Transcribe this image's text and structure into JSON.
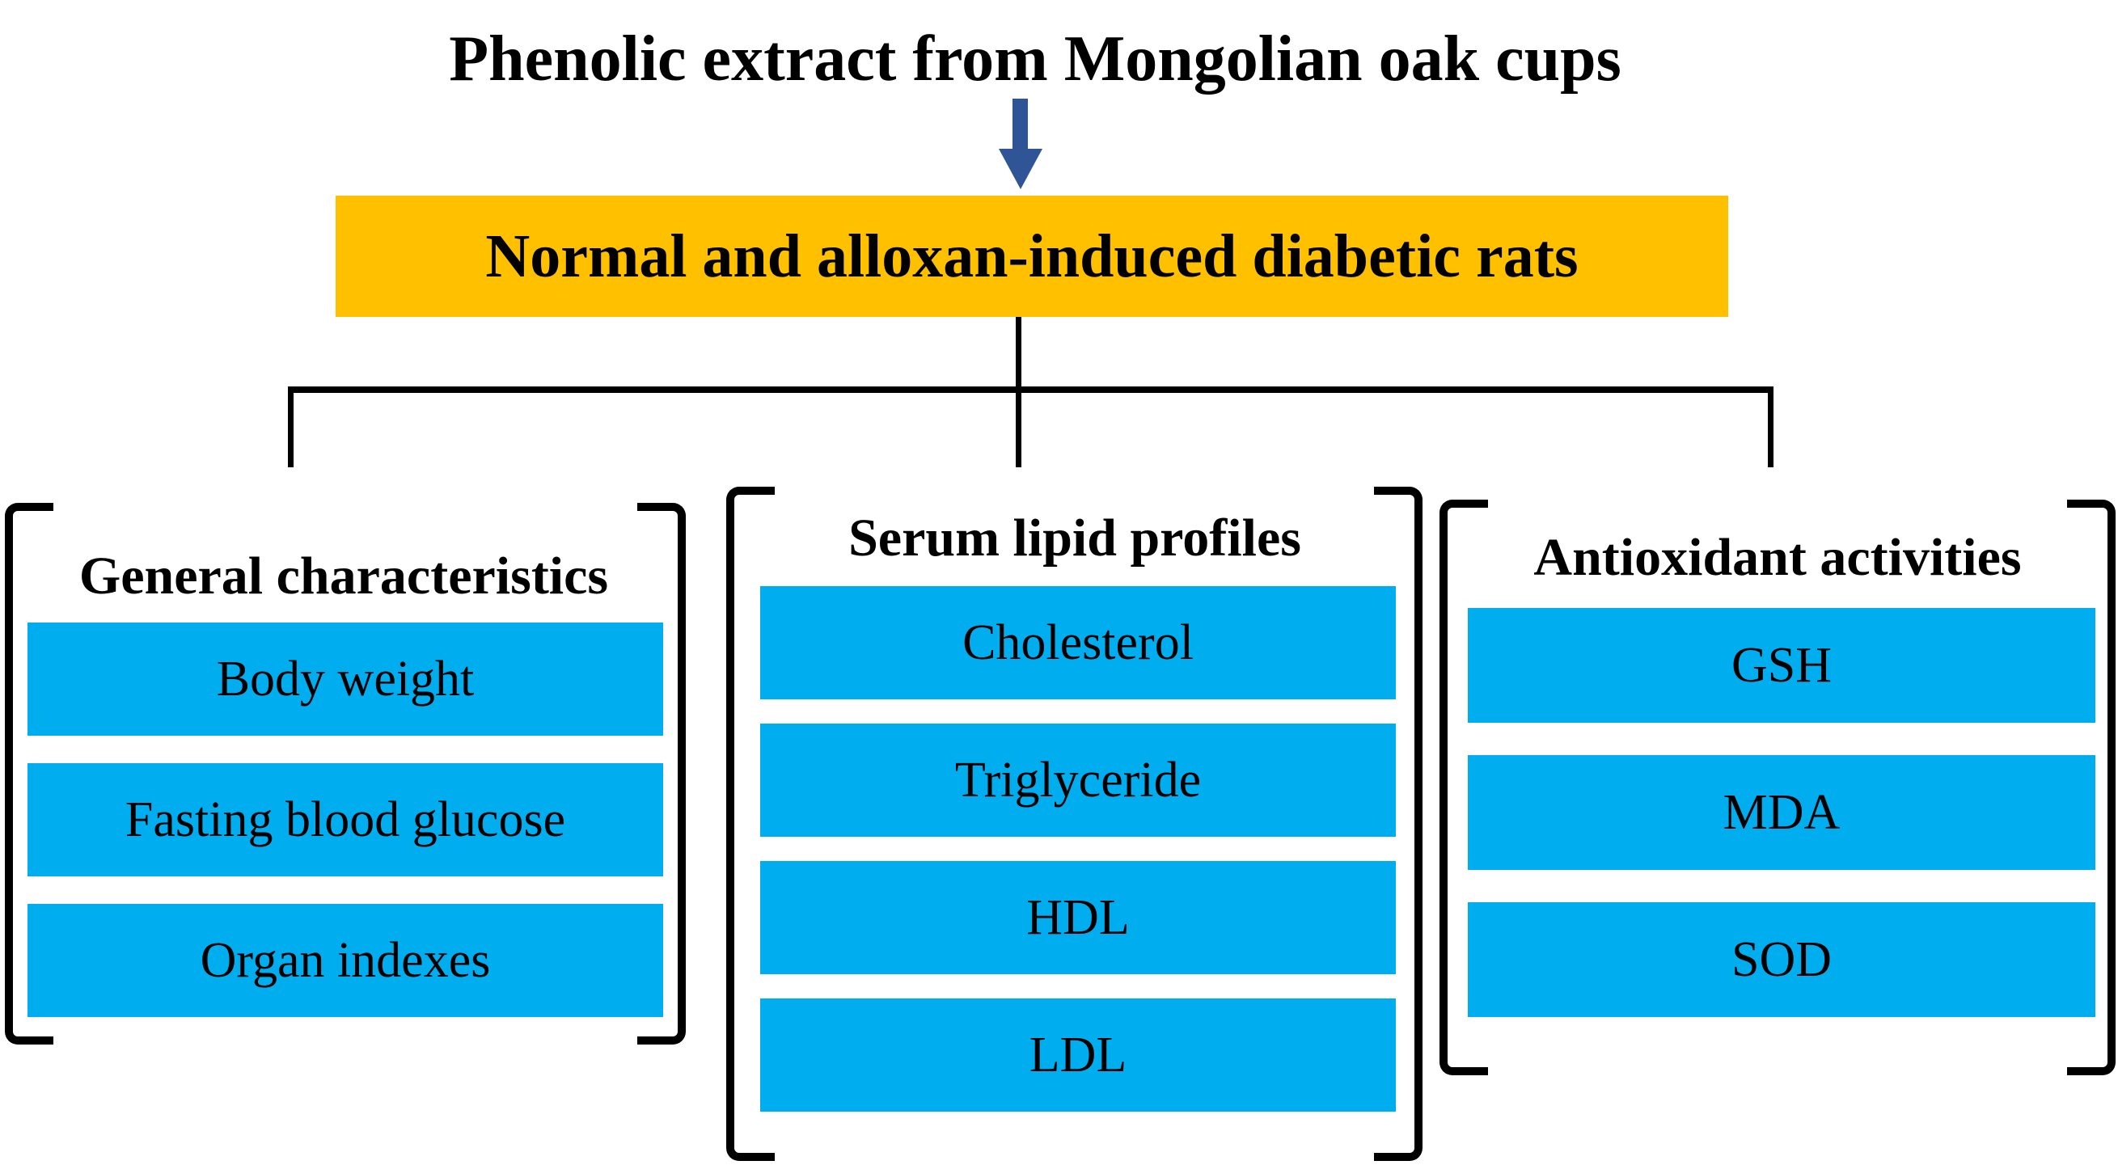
{
  "title": "Phenolic extract from Mongolian oak cups",
  "arrow": {
    "icon": "down-arrow",
    "color": "#2F5597"
  },
  "root_box": {
    "label": "Normal and alloxan-induced diabetic rats",
    "fill": "#FFC000"
  },
  "connector_color": "#000000",
  "item_fill": "#00AEEF",
  "columns": [
    {
      "header": "General characteristics",
      "items": [
        "Body weight",
        "Fasting blood glucose",
        "Organ indexes"
      ]
    },
    {
      "header": "Serum lipid profiles",
      "items": [
        "Cholesterol",
        "Triglyceride",
        "HDL",
        "LDL"
      ]
    },
    {
      "header": "Antioxidant activities",
      "items": [
        "GSH",
        "MDA",
        "SOD"
      ]
    }
  ]
}
